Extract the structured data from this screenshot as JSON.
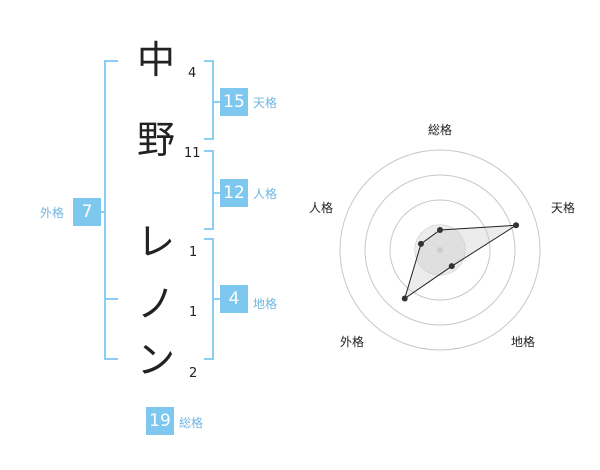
{
  "name": {
    "chars": [
      {
        "char": "中",
        "strokes": "4"
      },
      {
        "char": "野",
        "strokes": "11"
      },
      {
        "char": "レ",
        "strokes": "1"
      },
      {
        "char": "ノ",
        "strokes": "1"
      },
      {
        "char": "ン",
        "strokes": "2"
      }
    ]
  },
  "fortunes": {
    "tenkaku": {
      "value": "15",
      "label": "天格"
    },
    "jinkaku": {
      "value": "12",
      "label": "人格"
    },
    "chikaku": {
      "value": "4",
      "label": "地格"
    },
    "gaikaku": {
      "value": "7",
      "label": "外格"
    },
    "soukaku": {
      "value": "19",
      "label": "総格"
    }
  },
  "colors": {
    "accent": "#7ec8f0",
    "label": "#6fb6e2",
    "bracket": "#8ccdf2"
  },
  "chart_data": {
    "type": "radar",
    "axes": [
      "総格",
      "天格",
      "地格",
      "外格",
      "人格"
    ],
    "values": [
      0.2,
      0.8,
      0.2,
      0.6,
      0.2
    ],
    "rings": 4
  }
}
